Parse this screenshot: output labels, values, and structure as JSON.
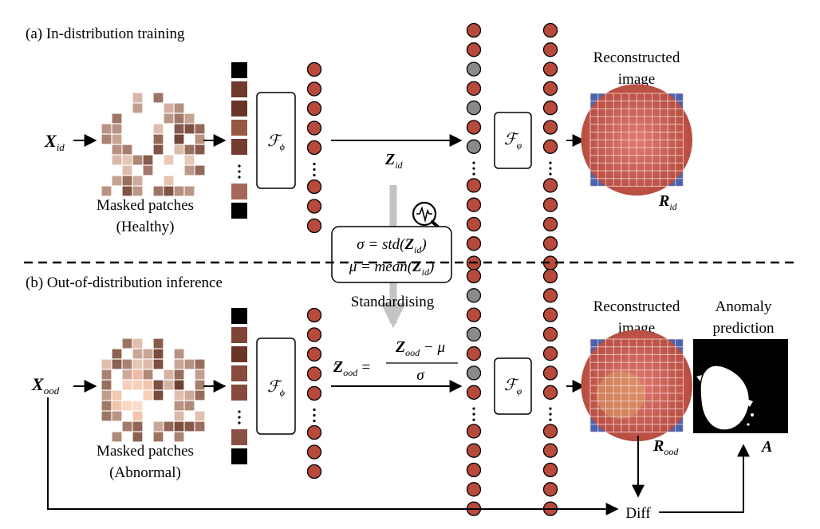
{
  "colors": {
    "latent_node": "#b84a3c",
    "masked_node": "#8a8a8a",
    "standardise_arrow": "#c4c4c4",
    "patch_light": "#e9c9b8",
    "patch_dark": "#6e3f30",
    "recon_fill": "#c65a52",
    "recon_corner": "#4a64b0"
  },
  "icons": {
    "magnifier": "magnifier-waveform-icon"
  },
  "section_a": {
    "title": "(a) In-distribution training",
    "input_label": "X",
    "input_sub": "id",
    "patches_caption_1": "Masked patches",
    "patches_caption_2": "(Healthy)",
    "encoder": "ℱ",
    "encoder_sub": "ϕ",
    "latent": "Z",
    "latent_sub": "id",
    "decoder": "ℱ",
    "decoder_sub": "φ",
    "recon_caption_1": "Reconstructed",
    "recon_caption_2": "image",
    "recon_label": "R",
    "recon_sub": "id"
  },
  "stats_box": {
    "line1_lhs": "σ = std(",
    "line1_var": "Z",
    "line1_sub": "id",
    "line1_end": ")",
    "line2_lhs": "μ = mean(",
    "line2_var": "Z",
    "line2_sub": "id",
    "line2_end": ")",
    "caption": "Standardising"
  },
  "section_b": {
    "title": "(b) Out-of-distribution inference",
    "input_label": "X",
    "input_sub": "ood",
    "patches_caption_1": "Masked patches",
    "patches_caption_2": "(Abnormal)",
    "encoder": "ℱ",
    "encoder_sub": "ϕ",
    "eq_lhs": "Z",
    "eq_lhs_sub": "ood",
    "eq_equals": "=",
    "eq_num_var": "Z",
    "eq_num_sub": "ood",
    "eq_num_rest": " − μ",
    "eq_den": "σ",
    "decoder": "ℱ",
    "decoder_sub": "φ",
    "recon_caption_1": "Reconstructed",
    "recon_caption_2": "image",
    "recon_label": "R",
    "recon_sub": "ood",
    "anomaly_caption_1": "Anomaly",
    "anomaly_caption_2": "prediction",
    "anomaly_label": "A",
    "diff_label": "Diff"
  }
}
